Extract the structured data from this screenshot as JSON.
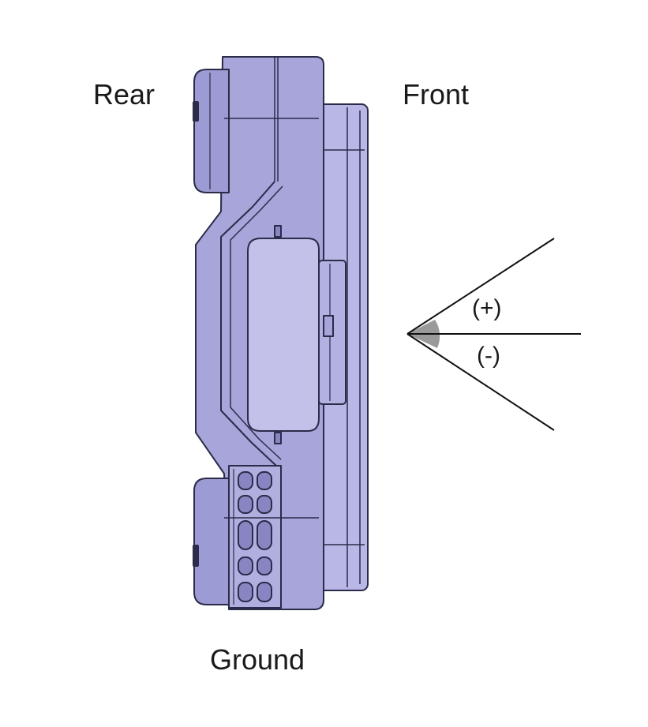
{
  "labels": {
    "rear": "Rear",
    "front": "Front",
    "ground": "Ground",
    "positive_angle": "(+)",
    "negative_angle": "(-)"
  },
  "colors": {
    "body_fill": "#a7a5d9",
    "body_fill_light": "#c3c1ea",
    "body_fill_dark": "#8886c2",
    "outline": "#2b2b4a",
    "angle_fill": "#9a9a9a",
    "line": "#111111"
  }
}
